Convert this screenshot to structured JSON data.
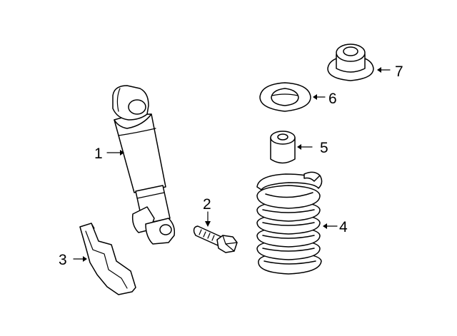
{
  "diagram": {
    "parts": [
      {
        "id": "1",
        "callout": "1",
        "name": "shock-absorber"
      },
      {
        "id": "2",
        "callout": "2",
        "name": "bolt"
      },
      {
        "id": "3",
        "callout": "3",
        "name": "bracket"
      },
      {
        "id": "4",
        "callout": "4",
        "name": "coil-spring"
      },
      {
        "id": "5",
        "callout": "5",
        "name": "bump-stop"
      },
      {
        "id": "6",
        "callout": "6",
        "name": "lower-spring-insulator"
      },
      {
        "id": "7",
        "callout": "7",
        "name": "upper-spring-insulator"
      }
    ],
    "line_color": "#000000",
    "background": "#ffffff"
  }
}
